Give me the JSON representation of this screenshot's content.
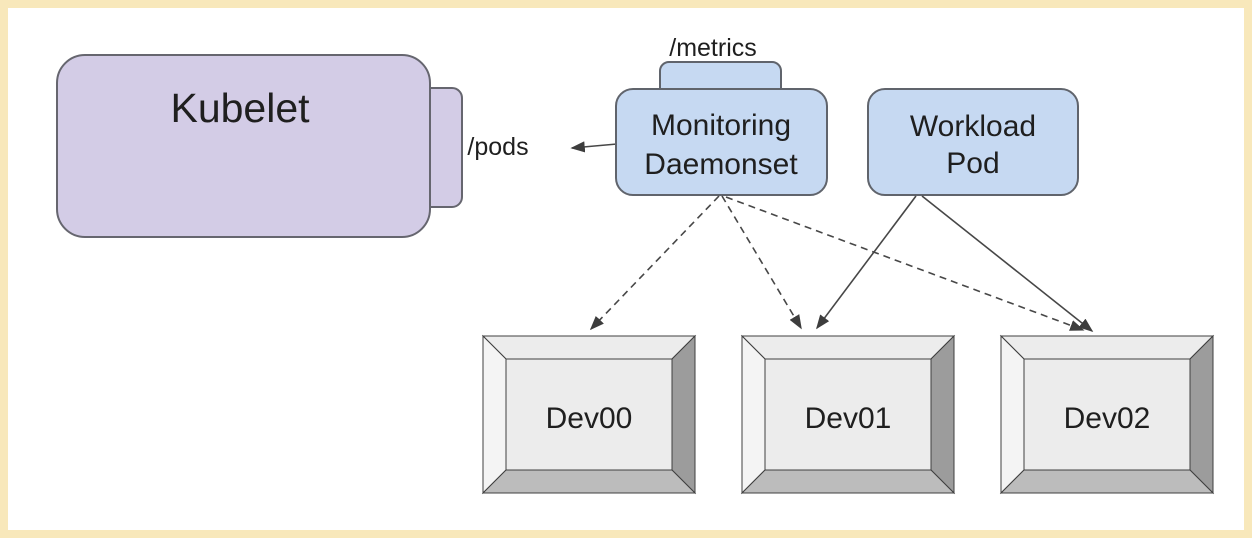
{
  "colors": {
    "frame_border": "#f8e8bb",
    "canvas_background": "#ffffff",
    "kubelet_fill": "#d3cce6",
    "pod_fill": "#c6d9f2",
    "node_border": "#60646c",
    "device_face_top": "#ececec",
    "device_face_left": "#f4f4f4",
    "device_face_right": "#9c9c9c",
    "device_face_bottom": "#bcbcbc",
    "device_inner_face": "#ececec",
    "device_border": "#3f3f3f",
    "arrow_color": "#474747",
    "text_color": "#1f1f1f"
  },
  "nodes": {
    "kubelet": {
      "label": "Kubelet"
    },
    "monitoring_daemonset": {
      "line1": "Monitoring",
      "line2": "Daemonset"
    },
    "workload_pod": {
      "line1": "Workload",
      "line2": "Pod"
    },
    "devices": [
      {
        "label": "Dev00"
      },
      {
        "label": "Dev01"
      },
      {
        "label": "Dev02"
      }
    ]
  },
  "labels": {
    "pods_endpoint": "/pods",
    "metrics_endpoint": "/metrics"
  },
  "edges": [
    {
      "from": "Monitoring Daemonset",
      "to": "Kubelet",
      "via": "/pods",
      "style": "solid"
    },
    {
      "from": "Monitoring Daemonset",
      "to": "Dev00",
      "style": "dashed"
    },
    {
      "from": "Monitoring Daemonset",
      "to": "Dev01",
      "style": "dashed"
    },
    {
      "from": "Monitoring Daemonset",
      "to": "Dev02",
      "style": "dashed"
    },
    {
      "from": "Workload Pod",
      "to": "Dev01",
      "style": "solid"
    },
    {
      "from": "Workload Pod",
      "to": "Dev02",
      "style": "solid"
    }
  ]
}
